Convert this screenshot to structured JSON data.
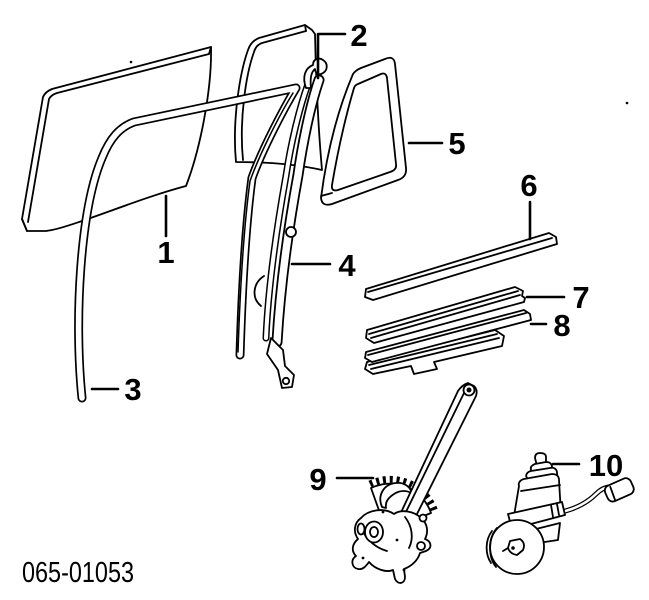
{
  "diagram": {
    "code": "065-01053",
    "colors": {
      "line": "#000000",
      "background": "#ffffff"
    },
    "callouts": [
      {
        "part": "door-glass",
        "label": "1"
      },
      {
        "part": "quarter-glass",
        "label": "2"
      },
      {
        "part": "glass-run-channel",
        "label": "3"
      },
      {
        "part": "division-bar-channel",
        "label": "4"
      },
      {
        "part": "quarter-window-weatherstrip",
        "label": "5"
      },
      {
        "part": "belt-molding-outer",
        "label": "6"
      },
      {
        "part": "belt-molding-inner",
        "label": "7"
      },
      {
        "part": "belt-weatherstrip",
        "label": "8"
      },
      {
        "part": "window-regulator",
        "label": "9"
      },
      {
        "part": "power-window-motor",
        "label": "10"
      }
    ]
  }
}
